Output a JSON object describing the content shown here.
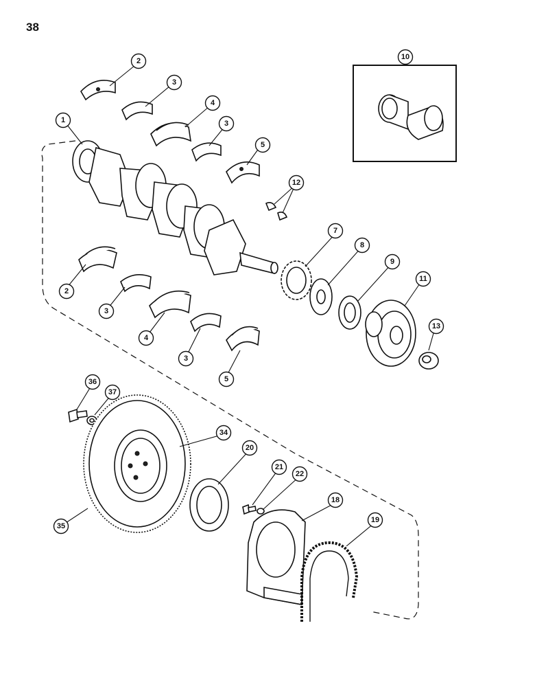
{
  "page_number": "38",
  "callouts": [
    "1",
    "2",
    "3",
    "4",
    "3",
    "5",
    "2",
    "3",
    "4",
    "3",
    "5",
    "7",
    "8",
    "9",
    "10",
    "11",
    "12",
    "13",
    "18",
    "19",
    "20",
    "21",
    "22",
    "34",
    "35",
    "36",
    "37"
  ],
  "colors": {
    "ink": "#111111",
    "paper": "#ffffff"
  }
}
